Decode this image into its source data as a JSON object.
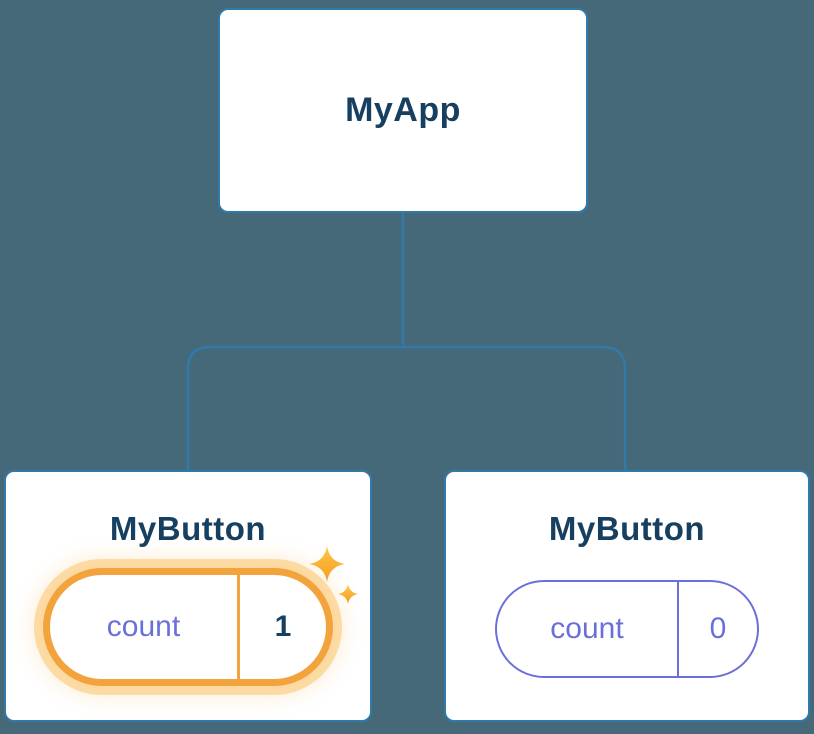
{
  "diagram": {
    "root": {
      "label": "MyApp"
    },
    "children": [
      {
        "label": "MyButton",
        "state_name": "count",
        "state_value": "1",
        "highlighted": true
      },
      {
        "label": "MyButton",
        "state_name": "count",
        "state_value": "0",
        "highlighted": false
      }
    ]
  },
  "icons": {
    "sparkle": "four-point-sparkle-stars"
  },
  "colors": {
    "background": "#46697A",
    "node_fill": "#FFFFFF",
    "node_border": "#3179A8",
    "connector": "#3179A8",
    "title_text": "#173F60",
    "state_purple": "#6B70D9",
    "highlight_orange": "#F2A33C",
    "highlight_glow": "rgba(250,196,110,0.55)"
  }
}
